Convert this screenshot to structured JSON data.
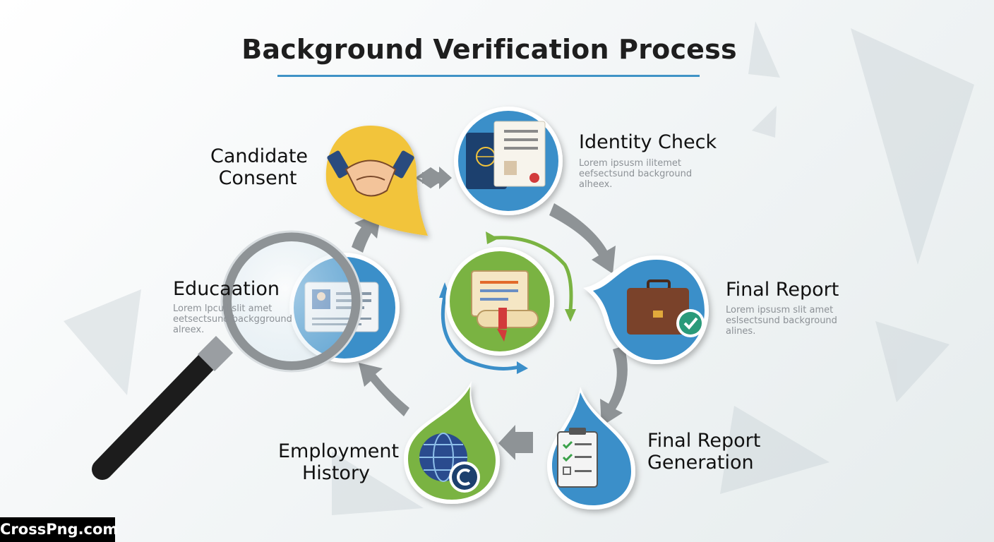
{
  "title": "Background Verification Process",
  "steps": [
    {
      "label_lines": [
        "Candidate",
        "Consent"
      ],
      "icon": "handshake-icon",
      "color": "#f2c43a"
    },
    {
      "label_lines": [
        "Identity Check"
      ],
      "icon": "passport-document-icon",
      "color": "#3b8fc9",
      "desc_lines": [
        "Lorem ipsusm ilitemet",
        "eefsectsund background",
        "alheex."
      ]
    },
    {
      "label_lines": [
        "Final Report"
      ],
      "icon": "briefcase-check-icon",
      "color": "#3b8fc9",
      "desc_lines": [
        "Lorem ipsusm slit amet",
        "eslsectsund background",
        "alines."
      ]
    },
    {
      "label_lines": [
        "Final Report",
        "Generation"
      ],
      "icon": "clipboard-checklist-icon",
      "color": "#3b8fc9"
    },
    {
      "label_lines": [
        "Employment",
        "History"
      ],
      "icon": "globe-icon",
      "color": "#7ab342"
    },
    {
      "label_lines": [
        "Educaation"
      ],
      "icon": "id-card-icon",
      "color": "#3b8fc9",
      "desc_lines": [
        "Lorem lpcujl slit amet",
        "eetsectsund backgground",
        "alreex."
      ]
    }
  ],
  "center": {
    "icon": "diploma-scroll-icon",
    "color": "#7ab342"
  },
  "watermark": "CrossPng.com"
}
